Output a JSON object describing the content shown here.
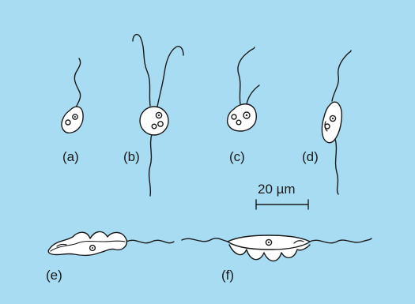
{
  "figure": {
    "background": "#a8dcf2",
    "stroke": "#1a1a1a",
    "panels": [
      {
        "id": "a",
        "label": "(a)"
      },
      {
        "id": "b",
        "label": "(b)"
      },
      {
        "id": "c",
        "label": "(c)"
      },
      {
        "id": "d",
        "label": "(d)"
      },
      {
        "id": "e",
        "label": "(e)"
      },
      {
        "id": "f",
        "label": "(f)"
      }
    ],
    "scale_bar": {
      "label": "20 µm"
    }
  }
}
